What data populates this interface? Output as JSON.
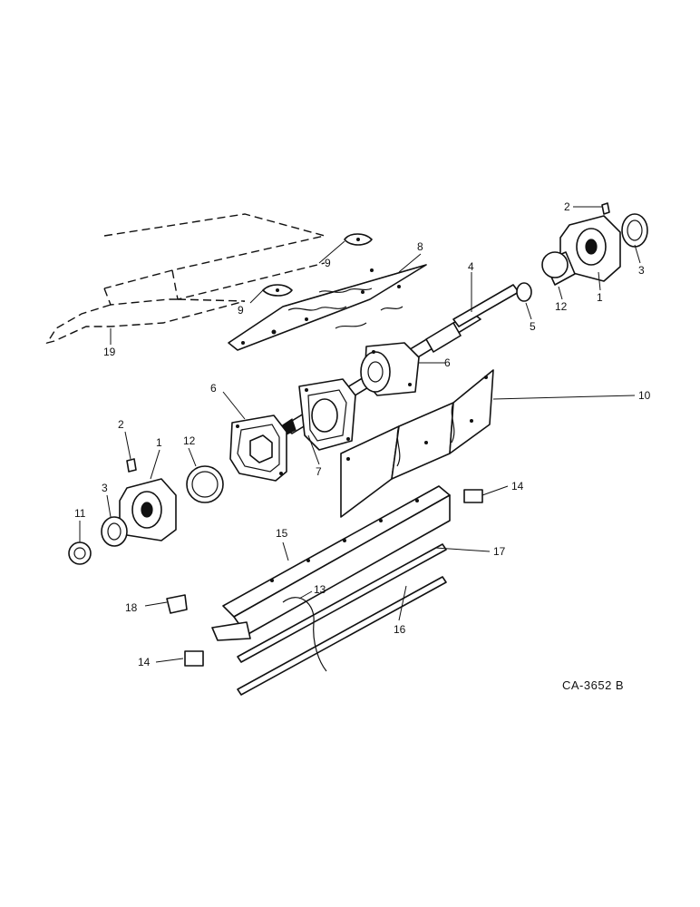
{
  "reference": "CA-3652 B",
  "labels": {
    "l1_right": "1",
    "l1_left": "1",
    "l2_right": "2",
    "l2_left": "2",
    "l3_right": "3",
    "l3_left": "3",
    "l4": "4",
    "l5": "5",
    "l6_right": "6",
    "l6_left": "6",
    "l7": "7",
    "l8": "8",
    "l9_top": "9",
    "l9_bottom": "9",
    "l10": "10",
    "l11": "11",
    "l12_right": "12",
    "l12_left": "12",
    "l13": "13",
    "l14_right": "14",
    "l14_left": "14",
    "l15": "15",
    "l16": "16",
    "l17": "17",
    "l18": "18",
    "l19": "19"
  }
}
